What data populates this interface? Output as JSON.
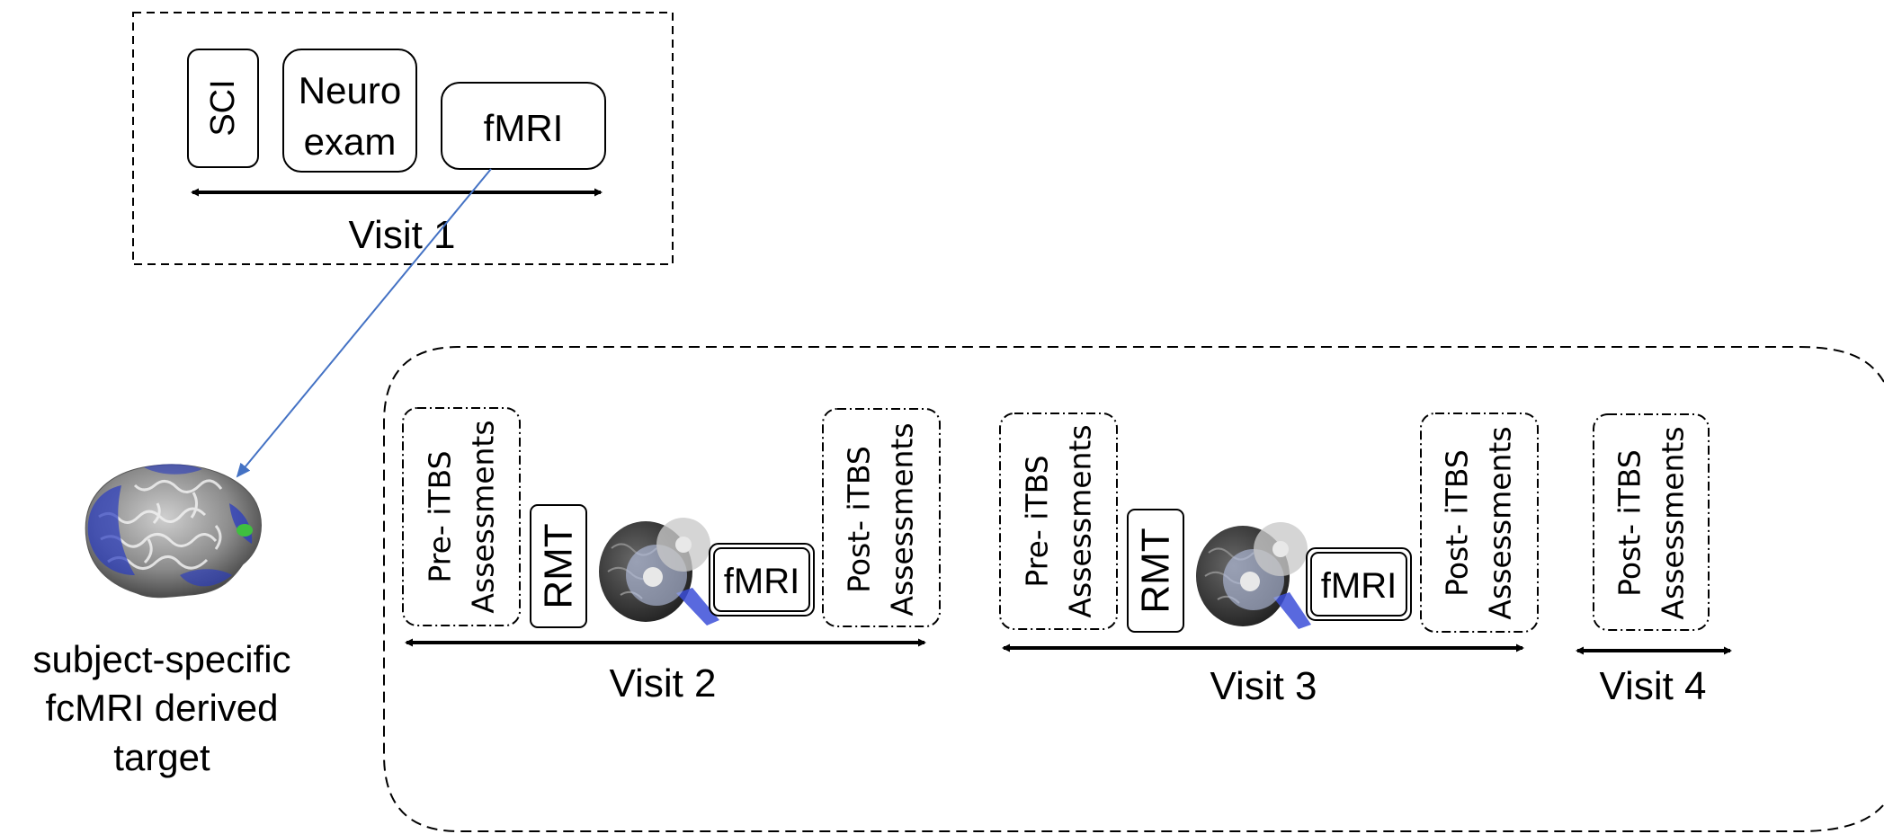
{
  "visit1": {
    "sci": "SCI",
    "neuro_line1": "Neuro",
    "neuro_line2": "exam",
    "fmri": "fMRI",
    "label": "Visit 1"
  },
  "target": {
    "line1": "subject-specific",
    "line2": "fcMRI derived",
    "line3": "target"
  },
  "visit2": {
    "pre_line1": "Pre- iTBS",
    "pre_line2": "Assessments",
    "rmt": "RMT",
    "fmri": "fMRI",
    "post_line1": "Post- iTBS",
    "post_line2": "Assessments",
    "label": "Visit 2"
  },
  "visit3": {
    "pre_line1": "Pre- iTBS",
    "pre_line2": "Assessments",
    "rmt": "RMT",
    "fmri": "fMRI",
    "post_line1": "Post- iTBS",
    "post_line2": "Assessments",
    "label": "Visit 3"
  },
  "visit4": {
    "post_line1": "Post- iTBS",
    "post_line2": "Assessments",
    "label": "Visit 4"
  },
  "colors": {
    "link_arrow": "#4472c4",
    "brain_blue": "#2a3cc0",
    "brain_green": "#3fbf3f",
    "coil_blue": "#3c4fd8"
  },
  "icons": {
    "brain": "brain-surface-icon",
    "tms": "tms-coil-on-head-icon"
  }
}
